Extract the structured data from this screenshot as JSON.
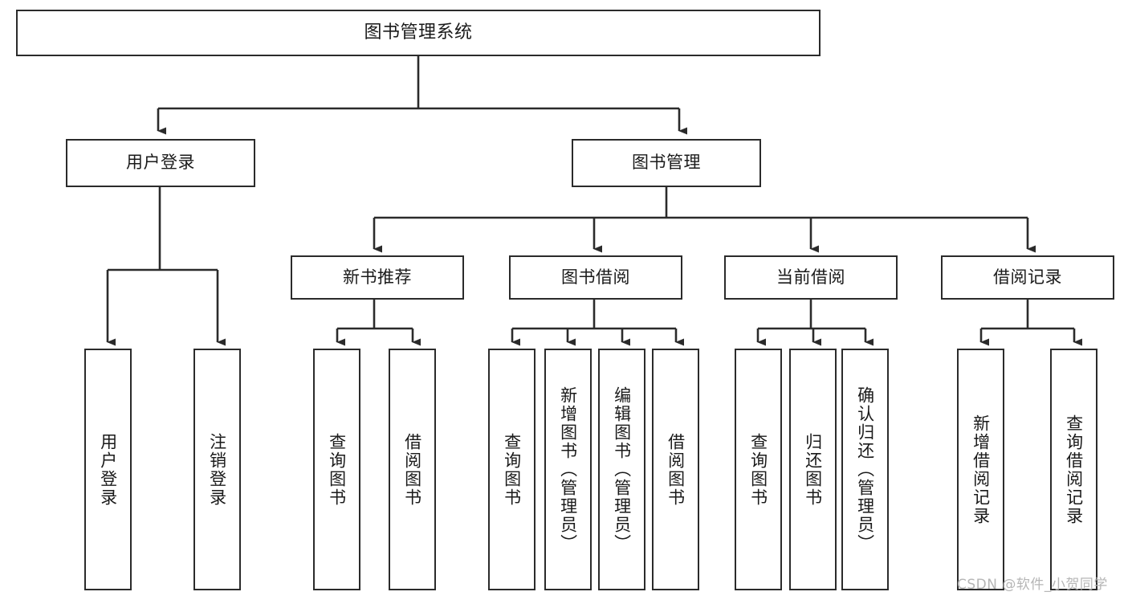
{
  "diagram": {
    "title": "图书管理系统",
    "type": "tree",
    "watermark": "CSDN @软件_小贺同学",
    "colors": {
      "box_border": "#2b2b2b",
      "box_fill": "#ffffff",
      "connector": "#2b2b2b",
      "watermark": "#b6b6b6",
      "background": "#ffffff"
    },
    "root": {
      "label": "图书管理系统"
    },
    "level1": [
      {
        "label": "用户登录"
      },
      {
        "label": "图书管理"
      }
    ],
    "level2": [
      {
        "label": "新书推荐"
      },
      {
        "label": "图书借阅"
      },
      {
        "label": "当前借阅"
      },
      {
        "label": "借阅记录"
      }
    ],
    "leaves": {
      "user_login": [
        {
          "label": "用户登录"
        },
        {
          "label": "注销登录"
        }
      ],
      "new_book_recommend": [
        {
          "label": "查询图书"
        },
        {
          "label": "借阅图书"
        }
      ],
      "book_borrow": [
        {
          "label": "查询图书"
        },
        {
          "label": "新增图书（管理员）"
        },
        {
          "label": "编辑图书（管理员）"
        },
        {
          "label": "借阅图书"
        }
      ],
      "current_borrow": [
        {
          "label": "查询图书"
        },
        {
          "label": "归还图书"
        },
        {
          "label": "确认归还（管理员）"
        }
      ],
      "borrow_record": [
        {
          "label": "新增借阅记录"
        },
        {
          "label": "查询借阅记录"
        }
      ]
    }
  }
}
